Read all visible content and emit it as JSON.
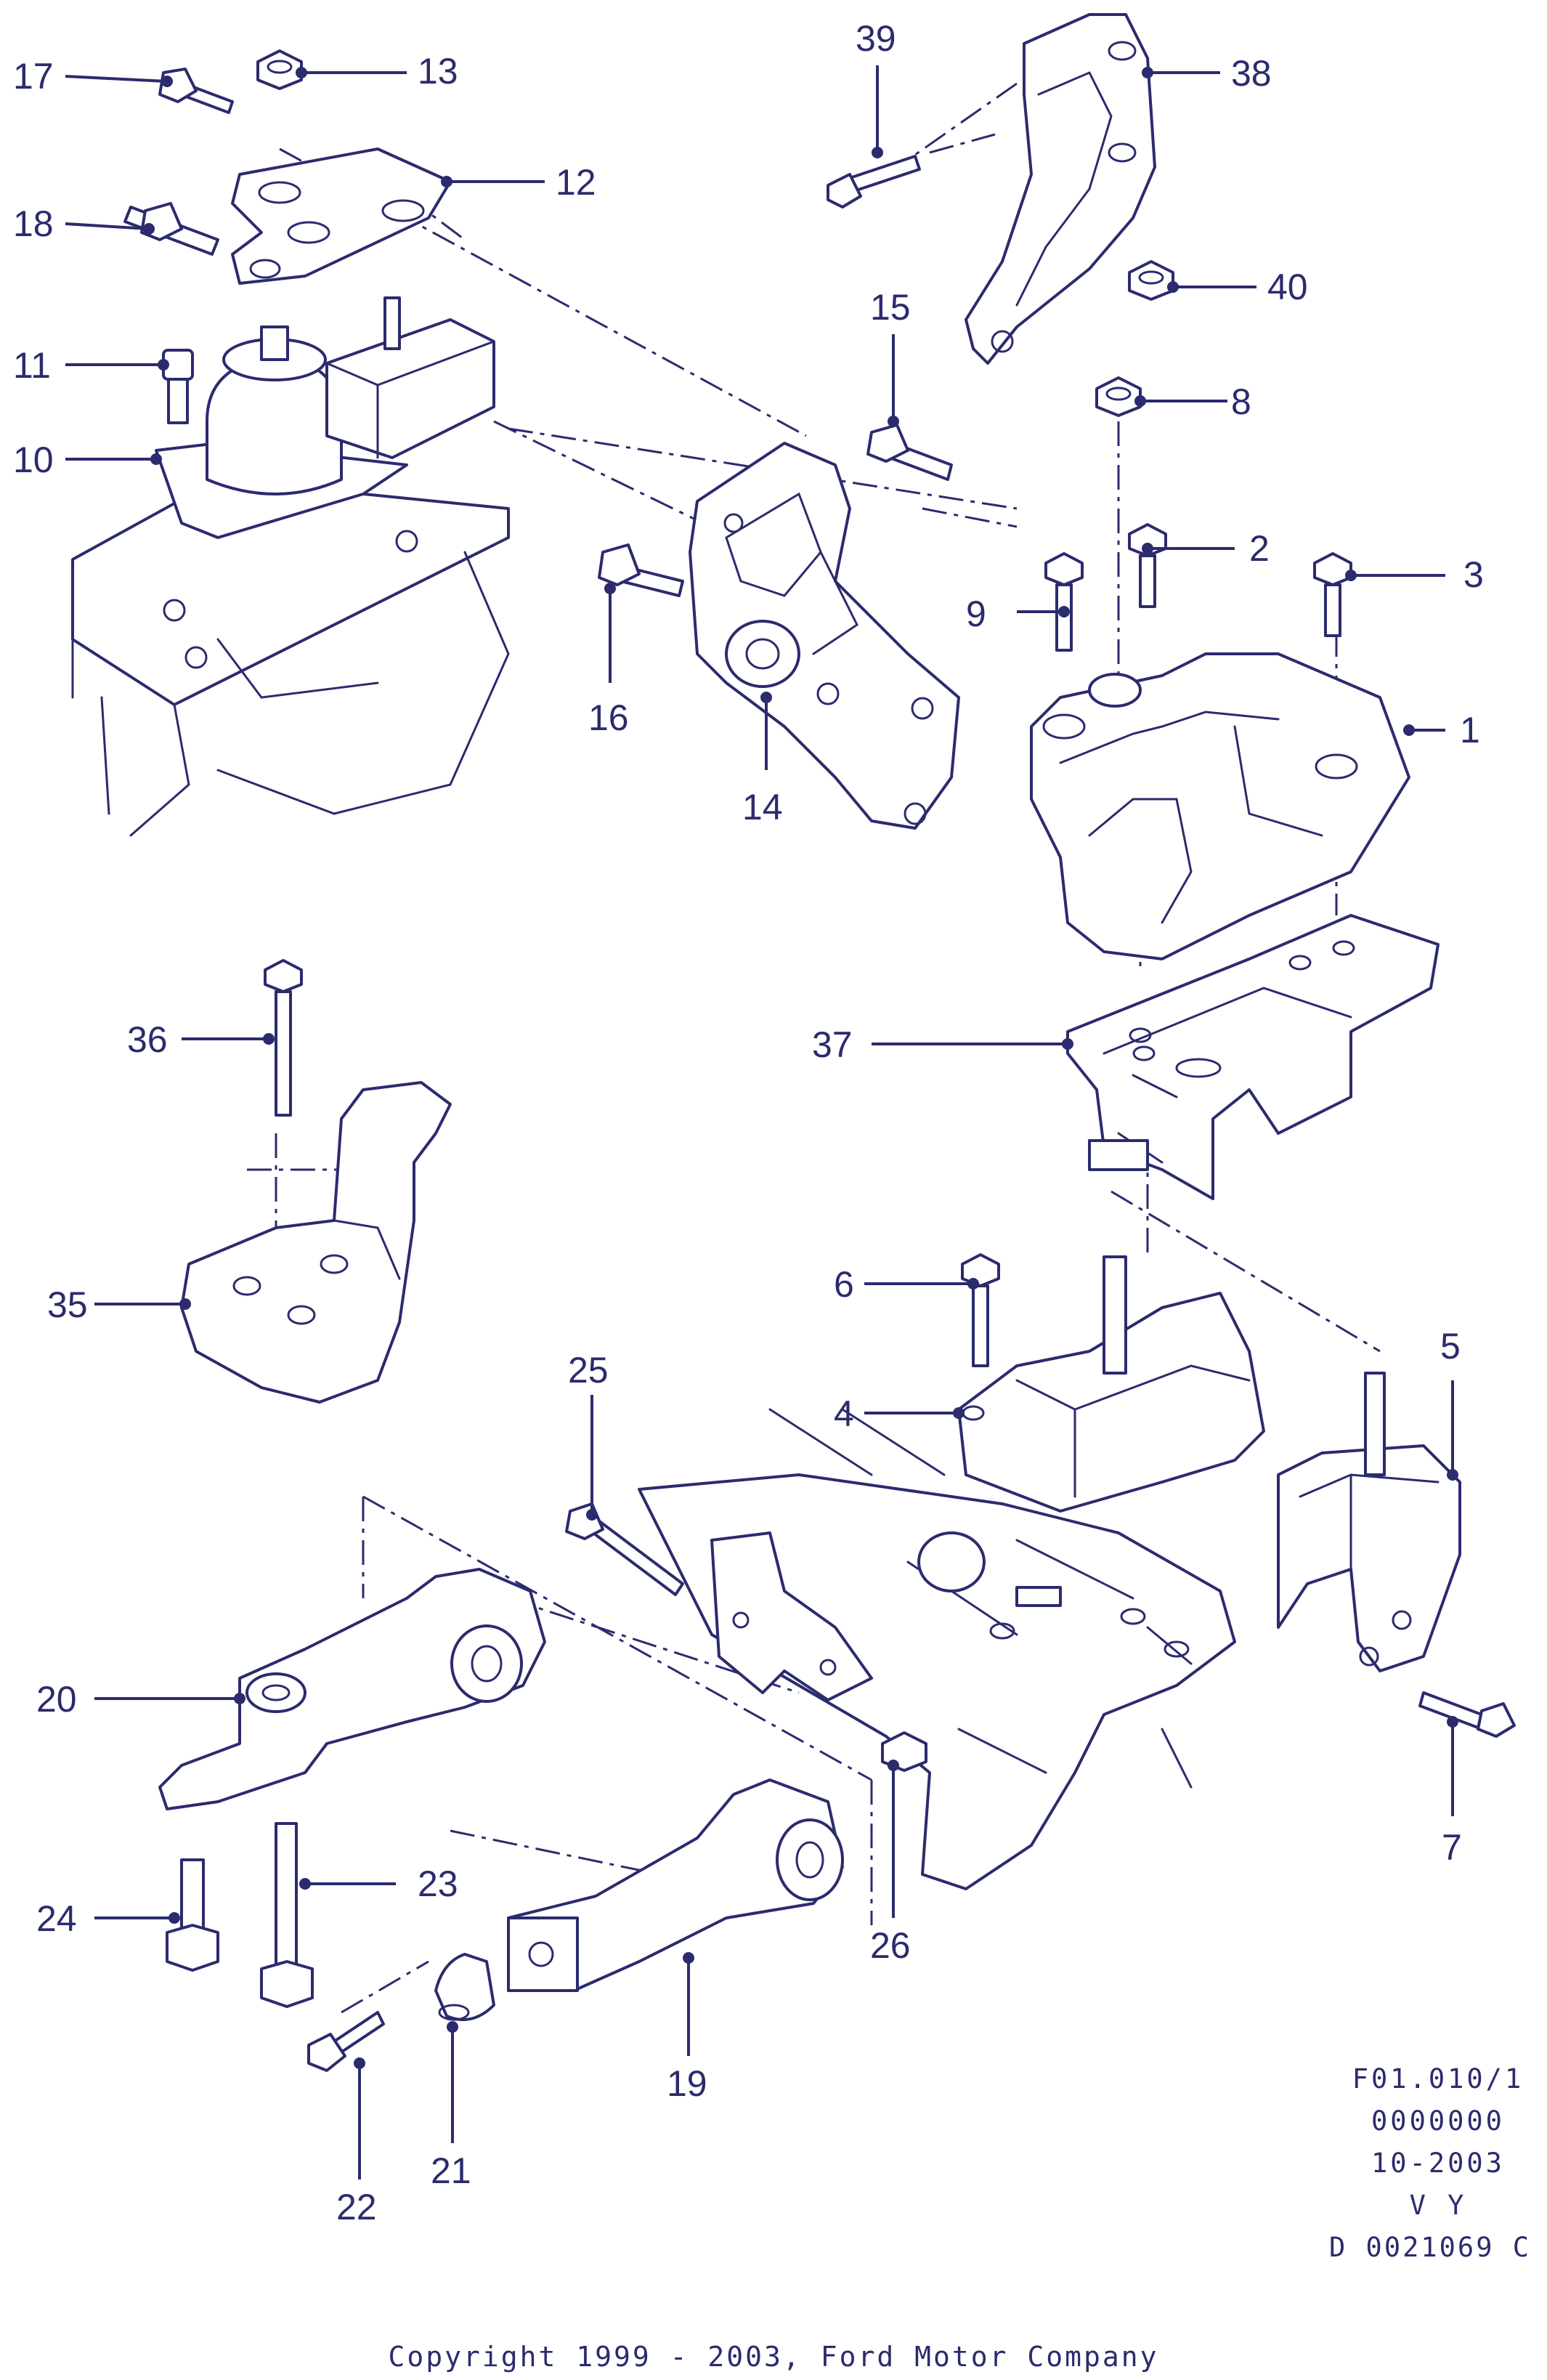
{
  "callouts": {
    "c1": "1",
    "c2": "2",
    "c3": "3",
    "c4": "4",
    "c5": "5",
    "c6": "6",
    "c7": "7",
    "c8": "8",
    "c9": "9",
    "c10": "10",
    "c11": "11",
    "c12": "12",
    "c13": "13",
    "c14": "14",
    "c15": "15",
    "c16": "16",
    "c17": "17",
    "c18": "18",
    "c19": "19",
    "c20": "20",
    "c21": "21",
    "c22": "22",
    "c23": "23",
    "c24": "24",
    "c25": "25",
    "c26": "26",
    "c35": "35",
    "c36": "36",
    "c37": "37",
    "c38": "38",
    "c39": "39",
    "c40": "40"
  },
  "reference_block": {
    "line1": "F01.010/1",
    "line2": "0000000",
    "line3": "10-2003",
    "line4": "V Y",
    "line5": "D 0021069 C"
  },
  "footer": {
    "copyright": "Copyright 1999 - 2003, Ford Motor Company"
  },
  "colors": {
    "line": "#2b2b6e",
    "background": "#ffffff"
  }
}
